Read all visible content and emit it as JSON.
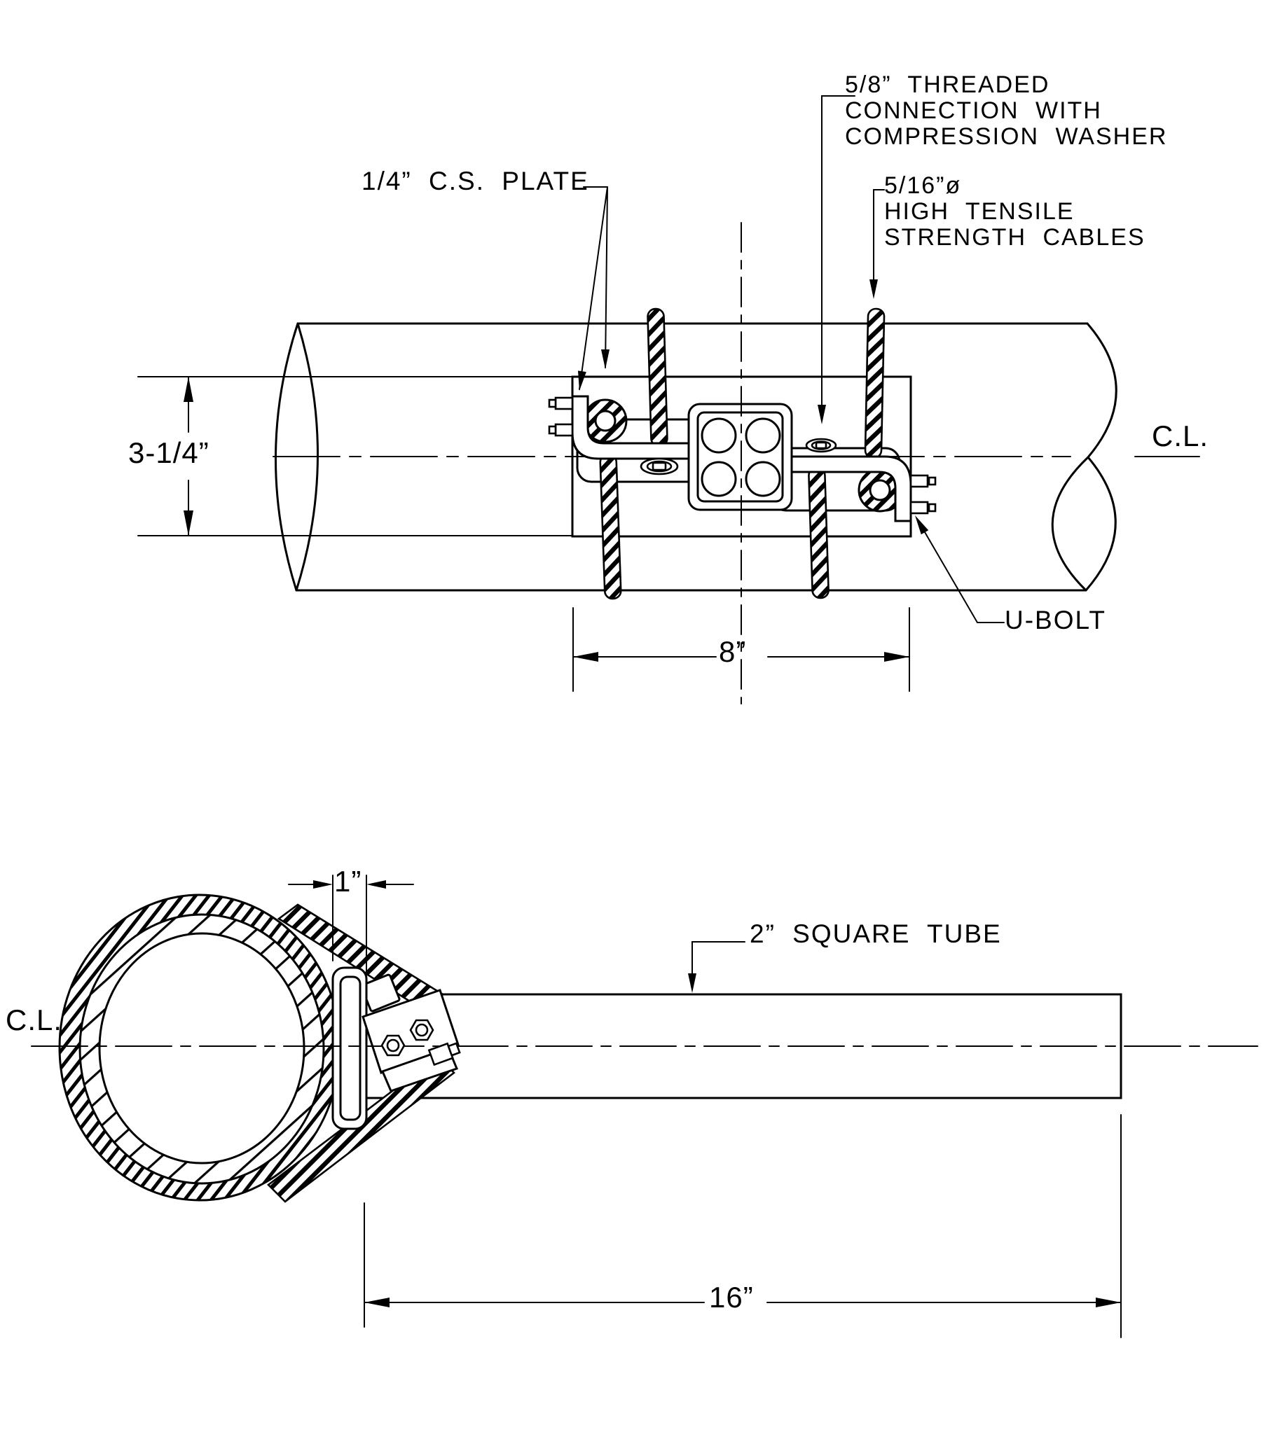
{
  "top": {
    "plate_label": "1/4” C.S. PLATE",
    "threaded_label": "5/8” THREADED\nCONNECTION WITH\nCOMPRESSION WASHER",
    "cables_label": "5/16”ø\nHIGH TENSILE\nSTRENGTH CABLES",
    "ubolt_label": "U-BOLT",
    "cl_label": "C.L.",
    "dim_height": "3-1/4”",
    "dim_width": "8”"
  },
  "bottom": {
    "tube_label": "2” SQUARE TUBE",
    "cl_label": "C.L.",
    "dim_engagement": "1”",
    "dim_length": "16”"
  },
  "colors": {
    "ink": "#000000",
    "paper": "#ffffff"
  }
}
